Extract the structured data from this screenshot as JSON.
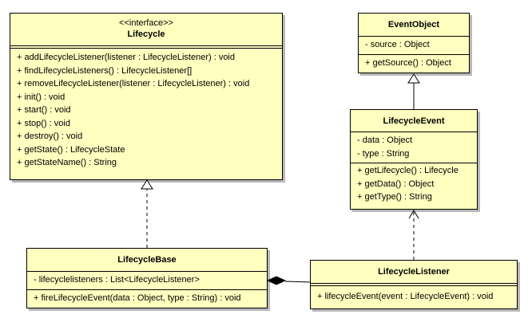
{
  "classes": {
    "lifecycle": {
      "stereotype": "<<interface>>",
      "name": "Lifecycle",
      "attributes": [],
      "operations": [
        "+ addLifecycleListener(listener : LifecycleListener) : void",
        "+ findLifecycleListeners() : LifecycleListener[]",
        "+ removeLifecycleListener(listener : LifecycleListener) : void",
        "+ init() : void",
        "+ start() : void",
        "+ stop() : void",
        "+ destroy() : void",
        "+ getState() : LifecycleState",
        "+ getStateName() : String"
      ]
    },
    "event_object": {
      "name": "EventObject",
      "attributes": [
        "- source : Object"
      ],
      "operations": [
        "+ getSource() : Object"
      ]
    },
    "lifecycle_event": {
      "name": "LifecycleEvent",
      "attributes": [
        "- data : Object",
        "- type : String"
      ],
      "operations": [
        "+ getLifecycle() : Lifecycle",
        "+ getData() : Object",
        "+ getType() : String"
      ]
    },
    "lifecycle_base": {
      "name": "LifecycleBase",
      "attributes": [
        "- lifecyclelisteners : List<LifecycleListener>"
      ],
      "operations": [
        "+ fireLifecycleEvent(data : Object, type : String) : void"
      ]
    },
    "lifecycle_listener": {
      "name": "LifecycleListener",
      "attributes": [],
      "operations": [
        "+ lifecycleEvent(event : LifecycleEvent) : void"
      ]
    }
  },
  "colors": {
    "class_fill": "#ffffc0",
    "border": "#000000",
    "shadow": "#b8b8b8"
  }
}
